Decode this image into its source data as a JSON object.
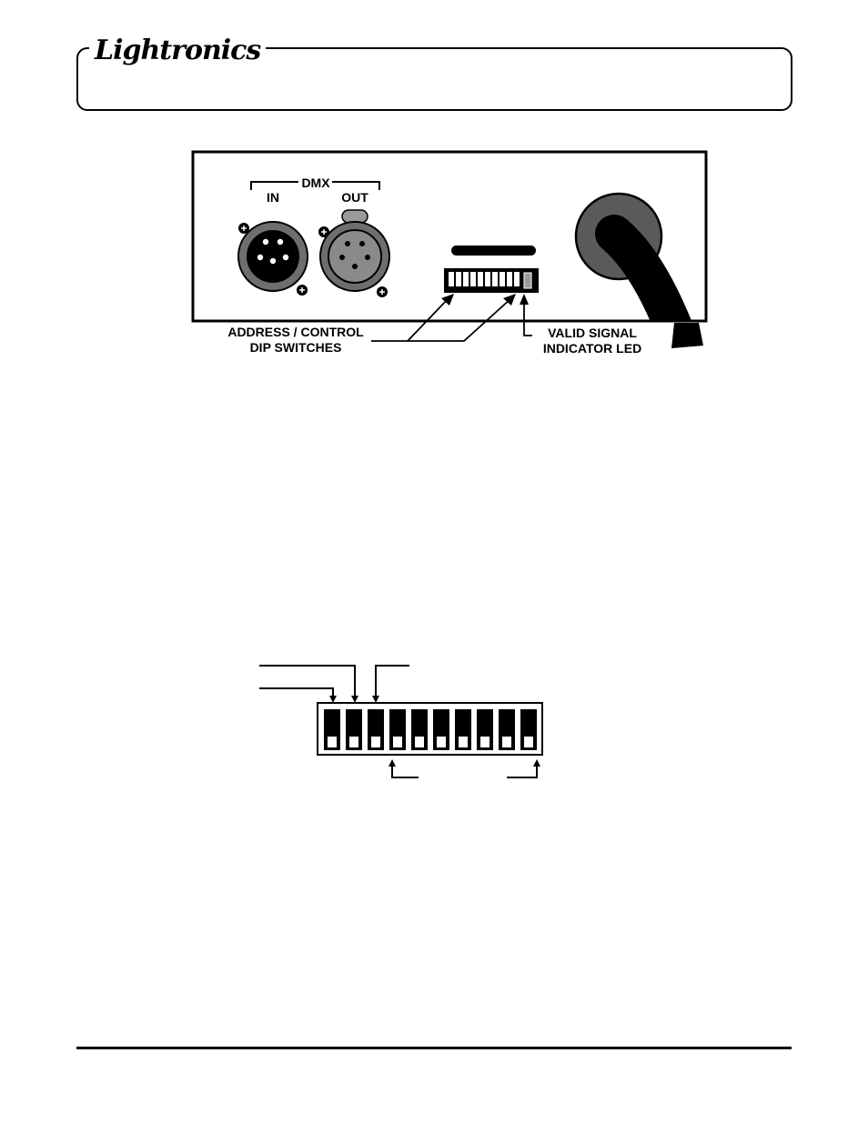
{
  "header": {
    "logo_text": "Lightronics"
  },
  "panel_figure": {
    "dmx_label": "DMX",
    "in_label": "IN",
    "out_label": "OUT",
    "callout_dip_line1": "ADDRESS / CONTROL",
    "callout_dip_line2": "DIP SWITCHES",
    "callout_led_line1": "VALID SIGNAL",
    "callout_led_line2": "INDICATOR LED"
  },
  "dip_figure": {
    "switch_count": 10
  },
  "colors": {
    "ink": "#000000",
    "connector_gray": "#6e6e6e",
    "grommet_gray": "#5a5a5a",
    "background": "#ffffff"
  }
}
